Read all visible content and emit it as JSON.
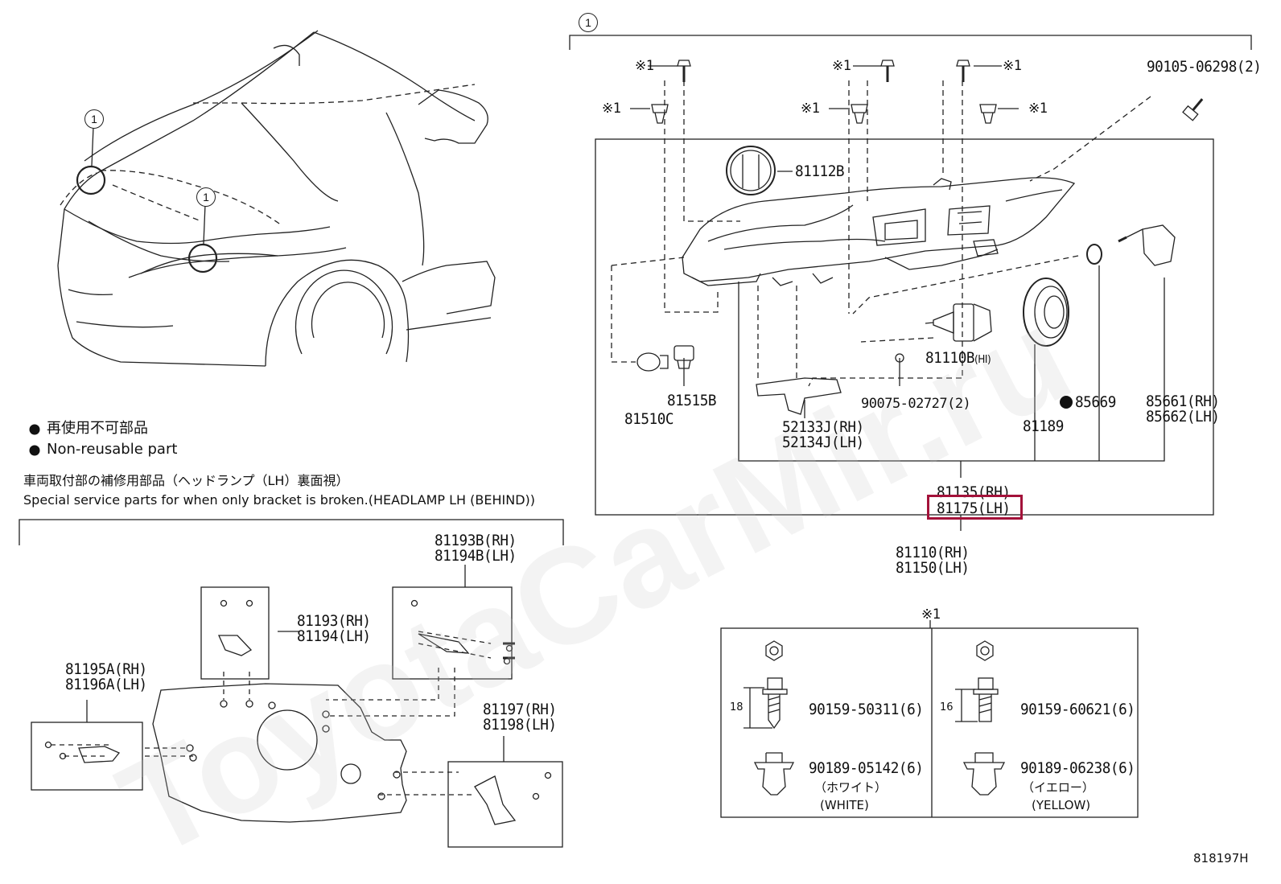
{
  "callout_number": "1",
  "legend": {
    "non_reusable_jp": "再使用不可部品",
    "non_reusable_en": "Non-reusable part"
  },
  "special_service": {
    "title_jp": "車両取付部の補修用部品（ヘッドランプ（LH）裏面視）",
    "title_en": "Special service parts for when only bracket is broken.(HEADLAMP LH (BEHIND))"
  },
  "parts": {
    "p_90105": "90105-06298(2)",
    "p_81112b": "81112B",
    "p_81110b": "81110B",
    "p_81110b_suffix": "(HI)",
    "p_81515b": "81515B",
    "p_81510c": "81510C",
    "p_90075": "90075-02727(2)",
    "p_52133j": "52133J(RH)",
    "p_52134j": "52134J(LH)",
    "p_85669": "85669",
    "p_85661": "85661(RH)",
    "p_85662": "85662(LH)",
    "p_81189": "81189",
    "p_81135": "81135(RH)",
    "p_81175": "81175(LH)",
    "p_81110": "81110(RH)",
    "p_81150": "81150(LH)",
    "p_81193b": "81193B(RH)",
    "p_81194b": "81194B(LH)",
    "p_81193": "81193(RH)",
    "p_81194": "81194(LH)",
    "p_81195a": "81195A(RH)",
    "p_81196a": "81196A(LH)",
    "p_81197": "81197(RH)",
    "p_81198": "81198(LH)"
  },
  "asterisk_mark": "※1",
  "fastener_table": {
    "header": "※1",
    "left": {
      "dim": "18",
      "bolt": "90159-50311(6)",
      "clip": "90189-05142(6)",
      "color_jp": "（ホワイト）",
      "color_en": "(WHITE)"
    },
    "right": {
      "dim": "16",
      "bolt": "90159-60621(6)",
      "clip": "90189-06238(6)",
      "color_jp": "（イエロー）",
      "color_en": "(YELLOW)"
    }
  },
  "diagram_code": "818197H",
  "watermark": "ToyotaCarMir.ru",
  "highlight_color": "#a3123a"
}
